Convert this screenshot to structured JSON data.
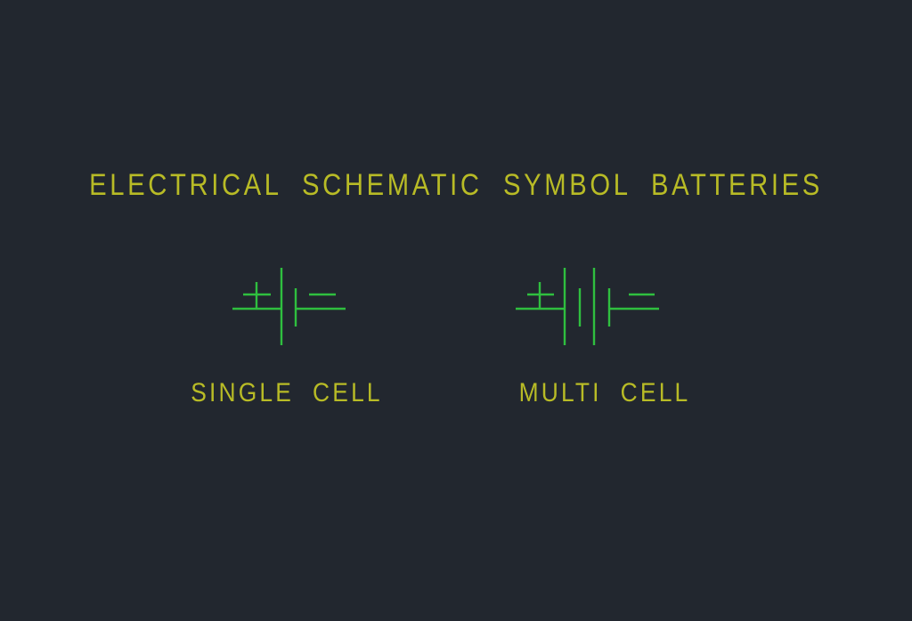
{
  "page": {
    "background_color": "#22272f",
    "title": "ELECTRICAL  SCHEMATIC  SYMBOL  BATTERIES",
    "title_color": "#b8bb26",
    "symbol_color": "#2fbf3f"
  },
  "symbols": [
    {
      "id": "single-cell",
      "caption": "SINGLE  CELL",
      "plus_label": "+",
      "minus_label": "−",
      "plate_count": 2,
      "description": "Single cell battery schematic symbol: one long plate and one short plate with leads"
    },
    {
      "id": "multi-cell",
      "caption": "MULTI  CELL",
      "plus_label": "+",
      "minus_label": "−",
      "plate_count": 4,
      "description": "Multi cell battery schematic symbol: two long plates and two short plates alternating with leads"
    }
  ]
}
